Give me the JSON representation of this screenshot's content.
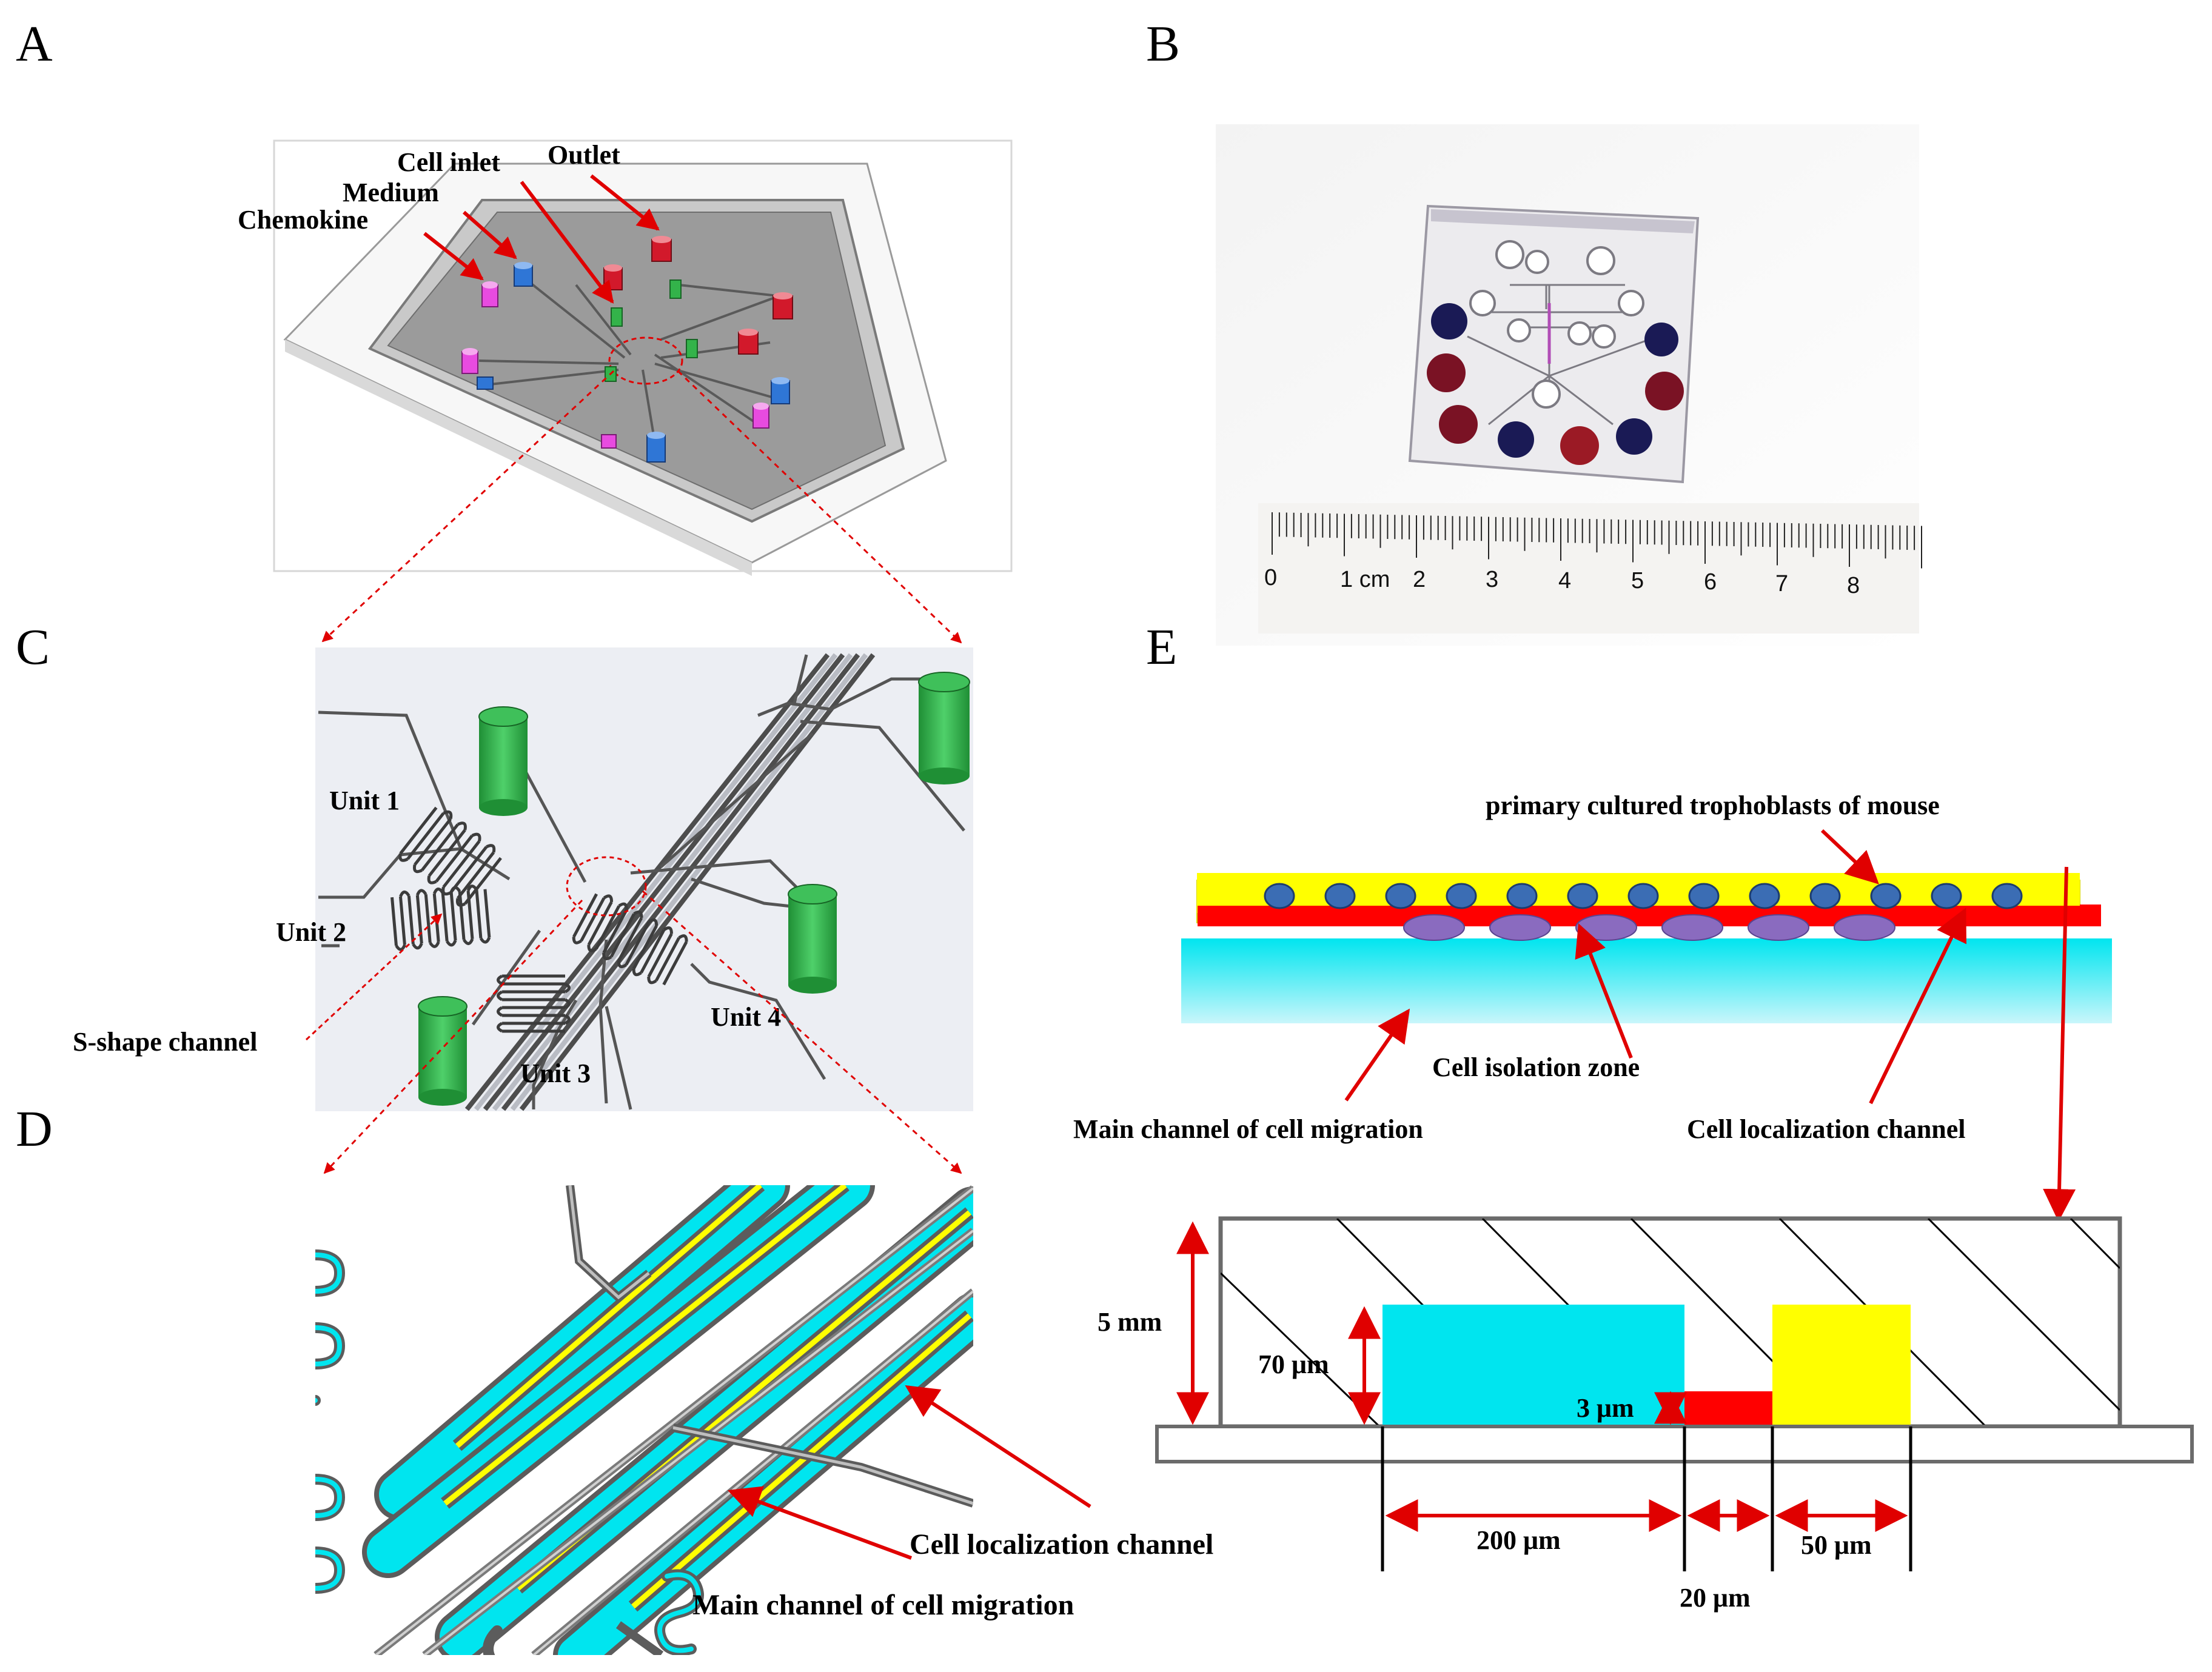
{
  "panels": {
    "a": "A",
    "b": "B",
    "c": "C",
    "d": "D",
    "e": "E"
  },
  "panel_a": {
    "cell_inlet": "Cell inlet",
    "outlet": "Outlet",
    "medium": "Medium",
    "chemokine": "Chemokine"
  },
  "panel_b": {
    "ruler_labels": [
      "0",
      "1 cm",
      "2",
      "3",
      "4",
      "5",
      "6",
      "7",
      "8"
    ]
  },
  "panel_c": {
    "unit1": "Unit 1",
    "unit2": "Unit 2",
    "unit3": "Unit 3",
    "unit4": "Unit 4",
    "s_shape": "S-shape channel"
  },
  "panel_d": {
    "cell_localization": "Cell localization channel",
    "main_channel": "Main channel of cell migration"
  },
  "panel_e": {
    "trophoblasts": "primary cultured trophoblasts of mouse",
    "isolation_zone": "Cell isolation zone",
    "main_channel": "Main channel of cell migration",
    "cell_localization": "Cell localization channel",
    "dim_5mm": "5 mm",
    "dim_70um": "70 μm",
    "dim_3um": "3 μm",
    "dim_200um": "200 μm",
    "dim_20um": "20 μm",
    "dim_50um": "50 μm"
  },
  "colors": {
    "cyan": "#00e5ef",
    "yellow": "#ffff00",
    "red": "#ff0000",
    "arrow_red": "#e00000",
    "cell_blue": "#3b6db4",
    "purple": "#8a6bbf",
    "green": "#33b34a",
    "magenta": "#e84be0",
    "tube_blue": "#2f76d6",
    "tube_red": "#d2192b"
  }
}
